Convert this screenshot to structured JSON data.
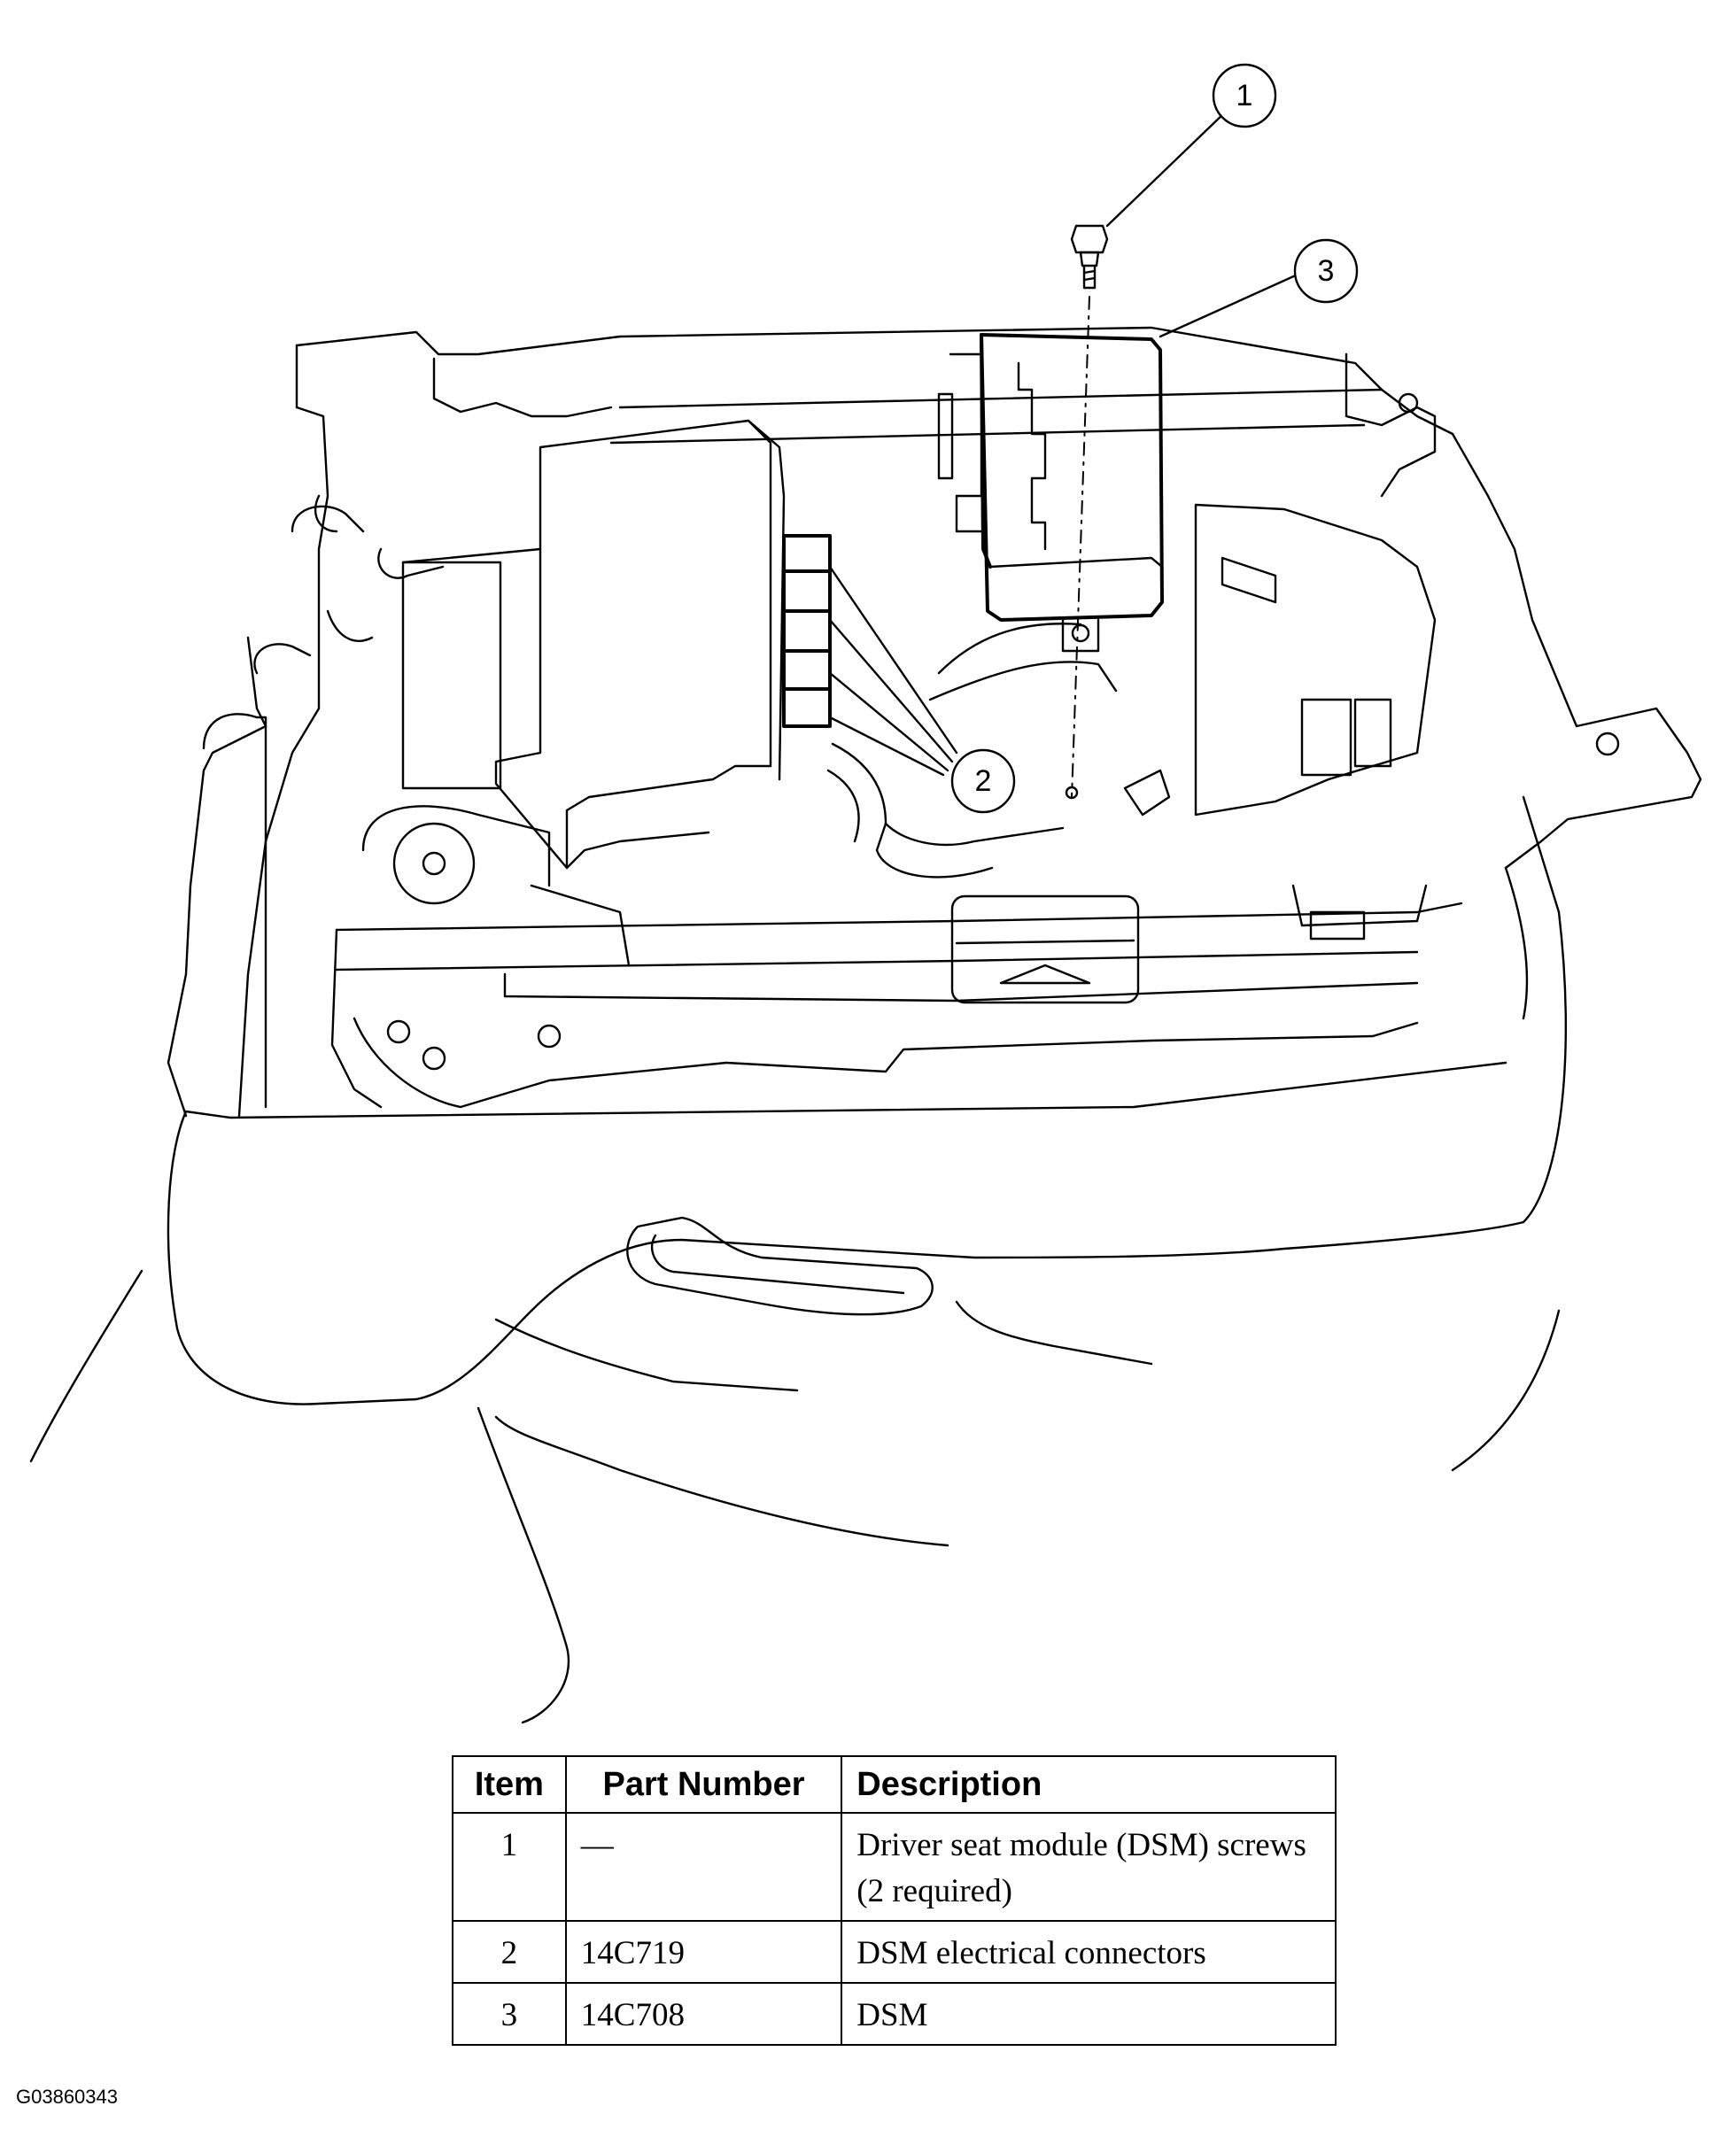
{
  "diagram": {
    "callouts": [
      "1",
      "2",
      "3"
    ]
  },
  "table": {
    "headers": {
      "item": "Item",
      "part_number": "Part Number",
      "description": "Description"
    },
    "rows": [
      {
        "item": "1",
        "part_number": "—",
        "description": "Driver seat module (DSM) screws (2 required)"
      },
      {
        "item": "2",
        "part_number": "14C719",
        "description": "DSM electrical connectors"
      },
      {
        "item": "3",
        "part_number": "14C708",
        "description": "DSM"
      }
    ]
  },
  "figure_code": "G03860343"
}
